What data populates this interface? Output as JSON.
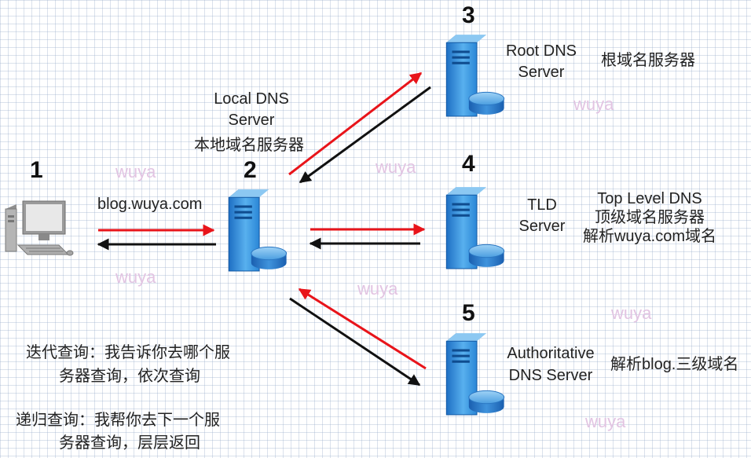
{
  "nodes": {
    "client": {
      "number": "1",
      "query_label": "blog.wuya.com"
    },
    "local": {
      "number": "2",
      "name_line1": "Local DNS",
      "name_line2": "Server",
      "name_cn": "本地域名服务器"
    },
    "root": {
      "number": "3",
      "name_line1": "Root DNS",
      "name_line2": "Server",
      "name_cn": "根域名服务器"
    },
    "tld": {
      "number": "4",
      "name_line1": "TLD",
      "name_line2": "Server",
      "desc_line1": "Top Level DNS",
      "desc_line2": "顶级域名服务器",
      "desc_line3": "解析wuya.com域名"
    },
    "auth": {
      "number": "5",
      "name_line1": "Authoritative",
      "name_line2": "DNS Server",
      "desc": "解析blog.三级域名"
    }
  },
  "notes": {
    "iterative_line1": "迭代查询：我告诉你去哪个服",
    "iterative_line2": "务器查询，依次查询",
    "recursive_line1": "递归查询：我帮你去下一个服",
    "recursive_line2": "务器查询，层层返回"
  },
  "watermark": "wuya",
  "colors": {
    "request_arrow": "#e8141a",
    "response_arrow": "#111111"
  }
}
